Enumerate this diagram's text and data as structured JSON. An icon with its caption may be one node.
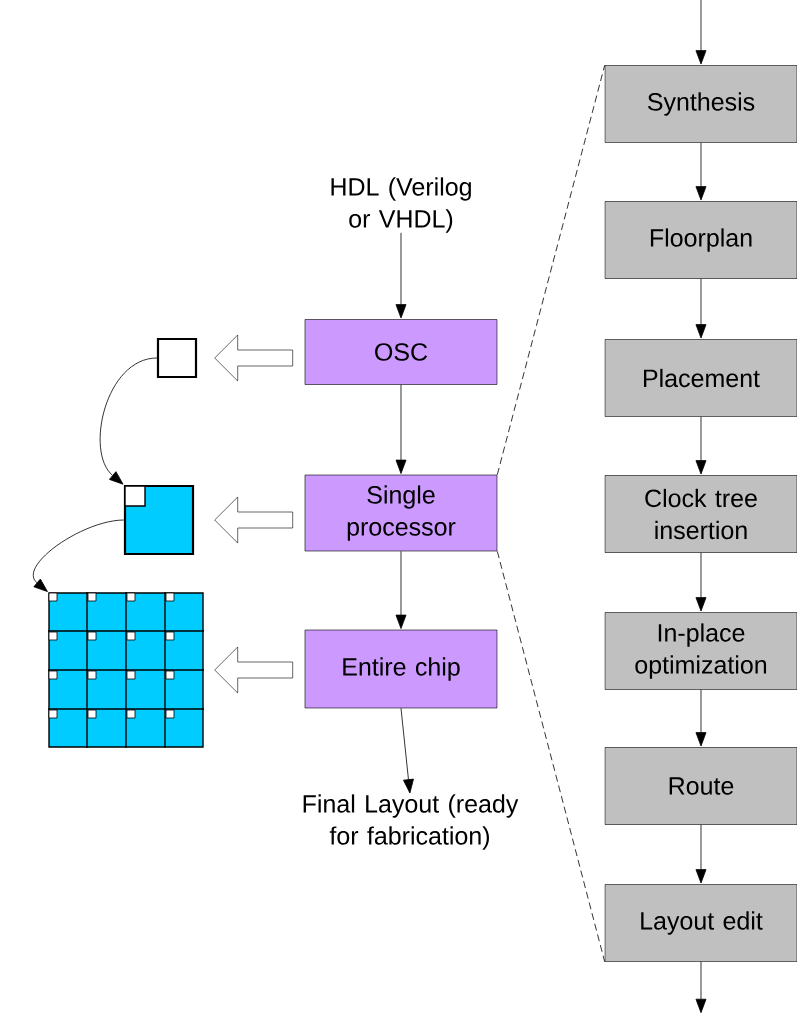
{
  "diagram": {
    "nodes": [
      {
        "text": [
          "HDL (Verilog or VHDL)"
        ]
      },
      {
        "text": [
          "OSC"
        ]
      },
      {
        "text": [
          "Single processor"
        ]
      },
      {
        "text": [
          "Entire chip"
        ]
      },
      {
        "text": [
          "Final Layout (ready for fabrication)"
        ]
      },
      {
        "text": [
          "Synthesis"
        ]
      },
      {
        "text": [
          "Floorplan"
        ]
      },
      {
        "text": [
          "Placement"
        ]
      },
      {
        "text": [
          "Clock tree insertion"
        ]
      },
      {
        "text": [
          "In-place optimization"
        ]
      },
      {
        "text": [
          "Route"
        ]
      },
      {
        "text": [
          "Layout edit"
        ]
      },
      {
        "text": [],
        "shape": "box"
      },
      {
        "text": [],
        "shape": "picture"
      },
      {
        "text": [],
        "shape": "picture"
      }
    ],
    "edges": [
      {
        "from": 0,
        "to": 1,
        "arrow": "to"
      },
      {
        "from": 1,
        "to": 2,
        "arrow": "to"
      },
      {
        "from": 2,
        "to": 3,
        "arrow": "to"
      },
      {
        "from": 3,
        "to": 4,
        "arrow": "to"
      },
      {
        "from": null,
        "to": 5,
        "arrow": "to"
      },
      {
        "from": 5,
        "to": 6,
        "arrow": "to"
      },
      {
        "from": 6,
        "to": 7,
        "arrow": "to"
      },
      {
        "from": 7,
        "to": 8,
        "arrow": "to"
      },
      {
        "from": 8,
        "to": 9,
        "arrow": "to"
      },
      {
        "from": 9,
        "to": 10,
        "arrow": "to"
      },
      {
        "from": 10,
        "to": 11,
        "arrow": "to"
      },
      {
        "from": 11,
        "to": null,
        "arrow": "to"
      },
      {
        "from": 2,
        "to": 5,
        "arrow": "none",
        "style": "dashed"
      },
      {
        "from": 2,
        "to": 11,
        "arrow": "none",
        "style": "dashed"
      },
      {
        "from": 1,
        "to": 12,
        "arrow": "to",
        "style": "thick"
      },
      {
        "from": 2,
        "to": 13,
        "arrow": "to",
        "style": "thick"
      },
      {
        "from": 3,
        "to": 14,
        "arrow": "to",
        "style": "thick"
      },
      {
        "from": 12,
        "to": 13,
        "arrow": "to"
      },
      {
        "from": 13,
        "to": 14,
        "arrow": "to"
      }
    ]
  }
}
